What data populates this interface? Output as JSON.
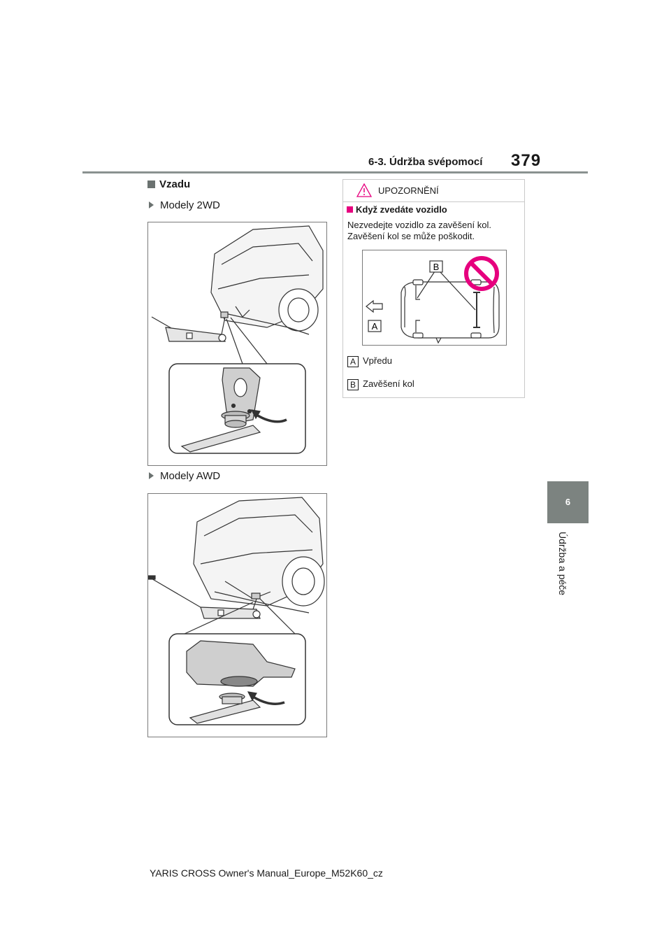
{
  "header": {
    "section": "6-3. Údržba svépomocí",
    "page_number": "379"
  },
  "side_tab": {
    "chapter_number": "6",
    "chapter_title": "Údržba a péče"
  },
  "main": {
    "heading": "Vzadu",
    "models": [
      {
        "label": "Modely 2WD",
        "figure": "jack-rear-2wd-illustration"
      },
      {
        "label": "Modely AWD",
        "figure": "jack-rear-awd-illustration"
      }
    ]
  },
  "warning": {
    "title": "UPOZORNĚNÍ",
    "subheading": "Když zvedáte vozidlo",
    "text": "Nezvedejte vozidlo za zavěšení kol. Zavěšení kol se může poškodit.",
    "figure_labels": {
      "a": "A",
      "b": "B"
    },
    "legend": [
      {
        "key": "A",
        "text": "Vpředu"
      },
      {
        "key": "B",
        "text": "Zavěšení kol"
      }
    ],
    "prohibition_color": "#e6007e"
  },
  "footer": {
    "text": "YARIS CROSS Owner's Manual_Europe_M52K60_cz"
  }
}
